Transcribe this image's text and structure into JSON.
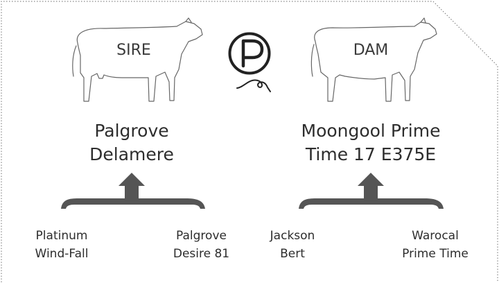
{
  "sire": {
    "label": "SIRE",
    "name": "Palgrove Delamere",
    "parents": [
      "Platinum Wind-Fall",
      "Palgrove Desire 81"
    ]
  },
  "dam": {
    "label": "DAM",
    "name": "Moongool Prime Time 17 E375E",
    "parents": [
      "Jackson Bert",
      "Warocal Prime Time"
    ]
  },
  "logo": {
    "icon": "p-logo-icon"
  },
  "colors": {
    "outline": "#444444",
    "brace": "#555555",
    "text": "#2d2d2d",
    "border": "#888888"
  }
}
